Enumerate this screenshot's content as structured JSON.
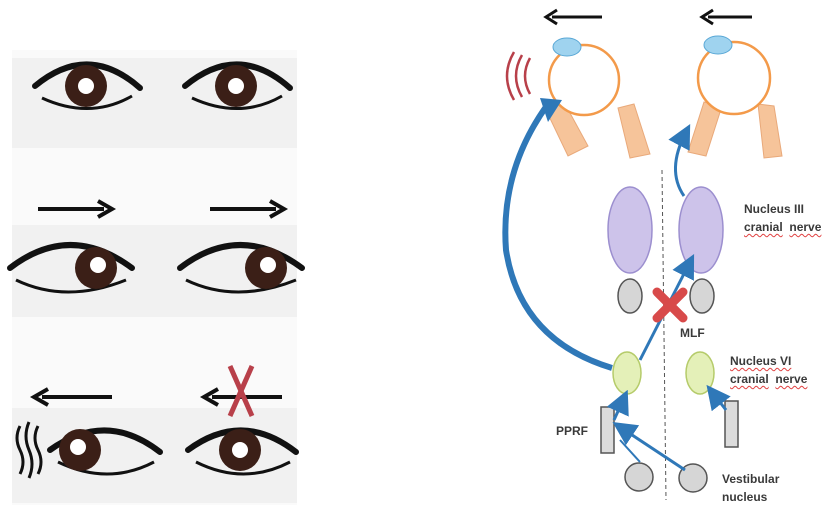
{
  "labels": {
    "nucleus_iii_line1": "Nucleus III",
    "nucleus_iii_line2a": "cranial",
    "nucleus_iii_line2b": "nerve",
    "mlf": "MLF",
    "nucleus_vi_line1": "Nucleus VI",
    "nucleus_vi_line2a": "cranial",
    "nucleus_vi_line2b": "nerve",
    "pprf": "PPRF",
    "vestibular_line1": "Vestibular",
    "vestibular_line2": "nucleus"
  },
  "colors": {
    "arrow_black": "#111111",
    "pathway_blue": "#2f78b8",
    "eye_orange": "#f39a4a",
    "cornea_blue": "#9fd3ef",
    "muscle_peach": "#f6c49a",
    "nucleus_purple": "#cdc3ea",
    "nucleus_green": "#e4f0b8",
    "nucleus_grey": "#d6d6d6",
    "lesion_red": "#d84a4a",
    "nystagmus_red": "#b8404a"
  }
}
